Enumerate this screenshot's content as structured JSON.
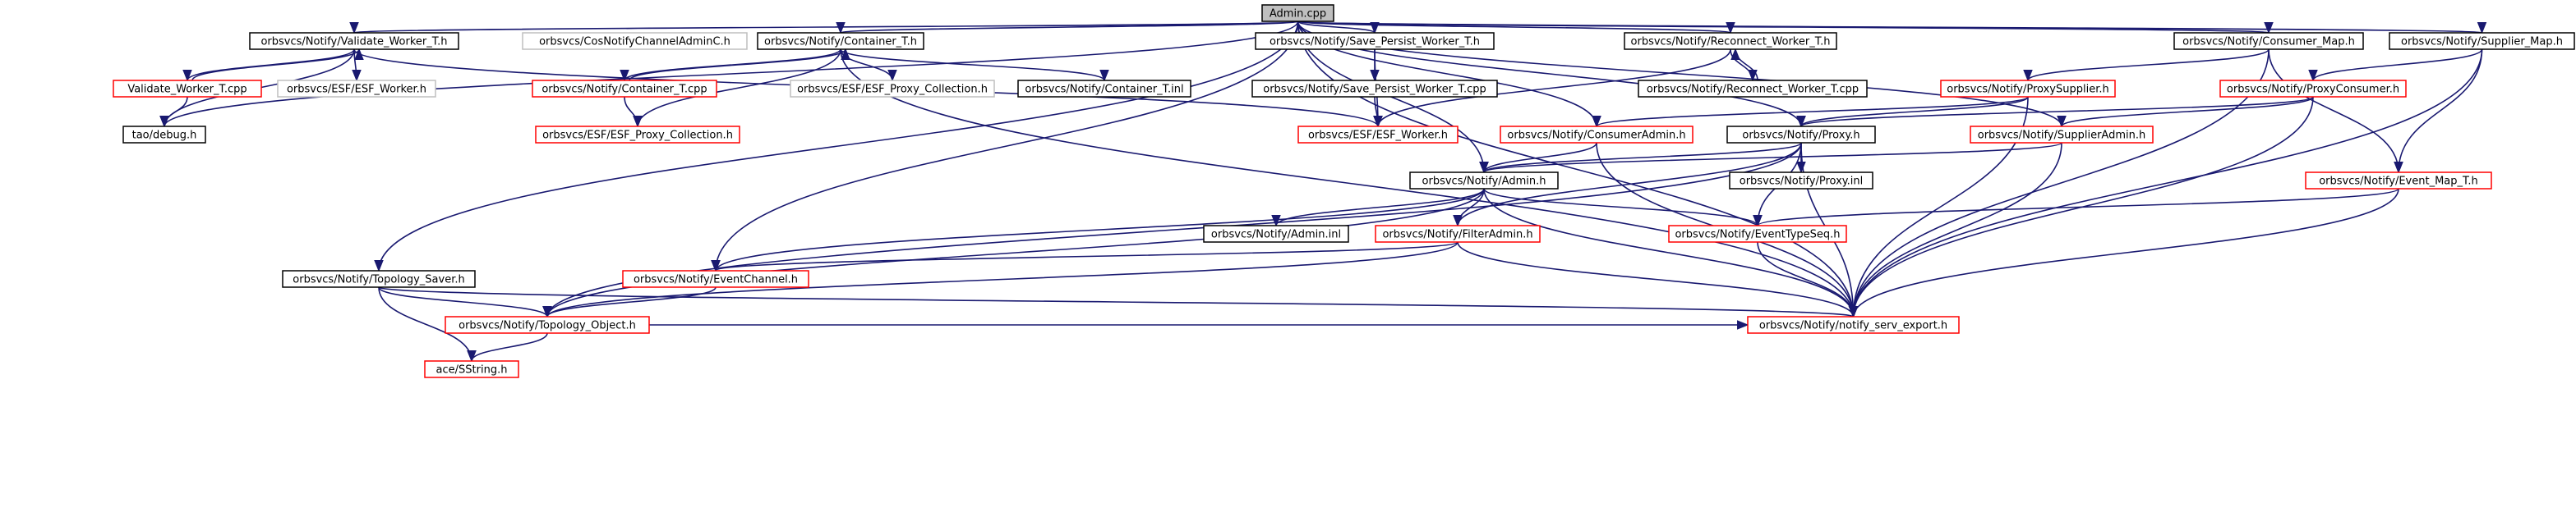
{
  "colors": {
    "edge": "#191970",
    "node_black_border": "#000000",
    "node_red_border": "#ff0000",
    "node_gray_border": "#bfbfbf",
    "root_fill": "#bfbfbf"
  },
  "nodes": [
    {
      "id": "admin_cpp",
      "label": "Admin.cpp",
      "border": "black",
      "root": true
    },
    {
      "id": "validate_worker_t_h",
      "label": "orbsvcs/Notify/Validate_Worker_T.h",
      "border": "black"
    },
    {
      "id": "cosnotify_admin_c",
      "label": "orbsvcs/CosNotifyChannelAdminC.h",
      "border": "gray"
    },
    {
      "id": "container_t_h",
      "label": "orbsvcs/Notify/Container_T.h",
      "border": "black"
    },
    {
      "id": "save_persist_worker_t_h",
      "label": "orbsvcs/Notify/Save_Persist_Worker_T.h",
      "border": "black"
    },
    {
      "id": "reconnect_worker_t_h",
      "label": "orbsvcs/Notify/Reconnect_Worker_T.h",
      "border": "black"
    },
    {
      "id": "consumer_map_h",
      "label": "orbsvcs/Notify/Consumer_Map.h",
      "border": "black"
    },
    {
      "id": "supplier_map_h",
      "label": "orbsvcs/Notify/Supplier_Map.h",
      "border": "black"
    },
    {
      "id": "validate_worker_t_cpp",
      "label": "Validate_Worker_T.cpp",
      "border": "red"
    },
    {
      "id": "esf_worker_h_gray",
      "label": "orbsvcs/ESF/ESF_Worker.h",
      "border": "gray"
    },
    {
      "id": "container_t_cpp",
      "label": "orbsvcs/Notify/Container_T.cpp",
      "border": "red"
    },
    {
      "id": "esf_proxy_collection_gray",
      "label": "orbsvcs/ESF/ESF_Proxy_Collection.h",
      "border": "gray"
    },
    {
      "id": "container_t_inl",
      "label": "orbsvcs/Notify/Container_T.inl",
      "border": "black"
    },
    {
      "id": "save_persist_worker_t_cpp",
      "label": "orbsvcs/Notify/Save_Persist_Worker_T.cpp",
      "border": "black"
    },
    {
      "id": "reconnect_worker_t_cpp",
      "label": "orbsvcs/Notify/Reconnect_Worker_T.cpp",
      "border": "black"
    },
    {
      "id": "proxy_supplier_h",
      "label": "orbsvcs/Notify/ProxySupplier.h",
      "border": "red"
    },
    {
      "id": "proxy_consumer_h",
      "label": "orbsvcs/Notify/ProxyConsumer.h",
      "border": "red"
    },
    {
      "id": "tao_debug_h",
      "label": "tao/debug.h",
      "border": "black"
    },
    {
      "id": "esf_proxy_collection_red",
      "label": "orbsvcs/ESF/ESF_Proxy_Collection.h",
      "border": "red"
    },
    {
      "id": "esf_worker_h_red",
      "label": "orbsvcs/ESF/ESF_Worker.h",
      "border": "red"
    },
    {
      "id": "consumer_admin_h",
      "label": "orbsvcs/Notify/ConsumerAdmin.h",
      "border": "red"
    },
    {
      "id": "proxy_h",
      "label": "orbsvcs/Notify/Proxy.h",
      "border": "black"
    },
    {
      "id": "supplier_admin_h",
      "label": "orbsvcs/Notify/SupplierAdmin.h",
      "border": "red"
    },
    {
      "id": "admin_h",
      "label": "orbsvcs/Notify/Admin.h",
      "border": "black"
    },
    {
      "id": "proxy_inl",
      "label": "orbsvcs/Notify/Proxy.inl",
      "border": "black"
    },
    {
      "id": "event_map_t_h",
      "label": "orbsvcs/Notify/Event_Map_T.h",
      "border": "red"
    },
    {
      "id": "admin_inl",
      "label": "orbsvcs/Notify/Admin.inl",
      "border": "black"
    },
    {
      "id": "filter_admin_h",
      "label": "orbsvcs/Notify/FilterAdmin.h",
      "border": "red"
    },
    {
      "id": "event_type_seq_h",
      "label": "orbsvcs/Notify/EventTypeSeq.h",
      "border": "red"
    },
    {
      "id": "topology_saver_h",
      "label": "orbsvcs/Notify/Topology_Saver.h",
      "border": "black"
    },
    {
      "id": "event_channel_h",
      "label": "orbsvcs/Notify/EventChannel.h",
      "border": "red"
    },
    {
      "id": "topology_object_h",
      "label": "orbsvcs/Notify/Topology_Object.h",
      "border": "red"
    },
    {
      "id": "notify_serv_export_h",
      "label": "orbsvcs/Notify/notify_serv_export.h",
      "border": "red"
    },
    {
      "id": "ace_sstring_h",
      "label": "ace/SString.h",
      "border": "red"
    }
  ],
  "edges": [
    [
      "admin_cpp",
      "validate_worker_t_h"
    ],
    [
      "admin_cpp",
      "container_t_h"
    ],
    [
      "admin_cpp",
      "save_persist_worker_t_h"
    ],
    [
      "admin_cpp",
      "reconnect_worker_t_h"
    ],
    [
      "admin_cpp",
      "consumer_map_h"
    ],
    [
      "admin_cpp",
      "supplier_map_h"
    ],
    [
      "admin_cpp",
      "tao_debug_h"
    ],
    [
      "admin_cpp",
      "admin_h"
    ],
    [
      "admin_cpp",
      "proxy_h"
    ],
    [
      "admin_cpp",
      "consumer_admin_h"
    ],
    [
      "admin_cpp",
      "supplier_admin_h"
    ],
    [
      "admin_cpp",
      "event_channel_h"
    ],
    [
      "admin_cpp",
      "topology_saver_h"
    ],
    [
      "admin_cpp",
      "notify_serv_export_h"
    ],
    [
      "validate_worker_t_h",
      "validate_worker_t_cpp"
    ],
    [
      "validate_worker_t_cpp",
      "validate_worker_t_h"
    ],
    [
      "validate_worker_t_h",
      "esf_worker_h_gray"
    ],
    [
      "validate_worker_t_h",
      "tao_debug_h"
    ],
    [
      "validate_worker_t_h",
      "esf_worker_h_red"
    ],
    [
      "validate_worker_t_cpp",
      "tao_debug_h"
    ],
    [
      "container_t_h",
      "container_t_cpp"
    ],
    [
      "container_t_cpp",
      "container_t_h"
    ],
    [
      "container_t_h",
      "esf_proxy_collection_gray"
    ],
    [
      "container_t_h",
      "container_t_inl"
    ],
    [
      "container_t_h",
      "esf_proxy_collection_red"
    ],
    [
      "container_t_h",
      "notify_serv_export_h"
    ],
    [
      "container_t_cpp",
      "esf_proxy_collection_red"
    ],
    [
      "save_persist_worker_t_h",
      "save_persist_worker_t_cpp"
    ],
    [
      "save_persist_worker_t_h",
      "esf_worker_h_red"
    ],
    [
      "save_persist_worker_t_cpp",
      "esf_worker_h_red"
    ],
    [
      "reconnect_worker_t_h",
      "reconnect_worker_t_cpp"
    ],
    [
      "reconnect_worker_t_cpp",
      "reconnect_worker_t_h"
    ],
    [
      "reconnect_worker_t_h",
      "esf_worker_h_red"
    ],
    [
      "consumer_map_h",
      "proxy_supplier_h"
    ],
    [
      "consumer_map_h",
      "event_map_t_h"
    ],
    [
      "consumer_map_h",
      "notify_serv_export_h"
    ],
    [
      "supplier_map_h",
      "proxy_consumer_h"
    ],
    [
      "supplier_map_h",
      "event_map_t_h"
    ],
    [
      "supplier_map_h",
      "notify_serv_export_h"
    ],
    [
      "proxy_supplier_h",
      "consumer_admin_h"
    ],
    [
      "proxy_supplier_h",
      "proxy_h"
    ],
    [
      "proxy_supplier_h",
      "notify_serv_export_h"
    ],
    [
      "proxy_consumer_h",
      "supplier_admin_h"
    ],
    [
      "proxy_consumer_h",
      "proxy_h"
    ],
    [
      "proxy_consumer_h",
      "notify_serv_export_h"
    ],
    [
      "consumer_admin_h",
      "admin_h"
    ],
    [
      "consumer_admin_h",
      "notify_serv_export_h"
    ],
    [
      "supplier_admin_h",
      "admin_h"
    ],
    [
      "supplier_admin_h",
      "notify_serv_export_h"
    ],
    [
      "proxy_h",
      "admin_h"
    ],
    [
      "proxy_h",
      "proxy_inl"
    ],
    [
      "proxy_h",
      "filter_admin_h"
    ],
    [
      "proxy_h",
      "event_type_seq_h"
    ],
    [
      "proxy_h",
      "topology_object_h"
    ],
    [
      "proxy_h",
      "notify_serv_export_h"
    ],
    [
      "admin_h",
      "admin_inl"
    ],
    [
      "admin_h",
      "filter_admin_h"
    ],
    [
      "admin_h",
      "event_type_seq_h"
    ],
    [
      "admin_h",
      "event_channel_h"
    ],
    [
      "admin_h",
      "topology_object_h"
    ],
    [
      "admin_h",
      "notify_serv_export_h"
    ],
    [
      "event_map_t_h",
      "event_type_seq_h"
    ],
    [
      "event_map_t_h",
      "notify_serv_export_h"
    ],
    [
      "filter_admin_h",
      "event_channel_h"
    ],
    [
      "filter_admin_h",
      "topology_object_h"
    ],
    [
      "filter_admin_h",
      "notify_serv_export_h"
    ],
    [
      "event_type_seq_h",
      "notify_serv_export_h"
    ],
    [
      "topology_saver_h",
      "topology_object_h"
    ],
    [
      "topology_saver_h",
      "ace_sstring_h"
    ],
    [
      "topology_saver_h",
      "notify_serv_export_h"
    ],
    [
      "event_channel_h",
      "topology_object_h"
    ],
    [
      "topology_object_h",
      "ace_sstring_h"
    ],
    [
      "topology_object_h",
      "notify_serv_export_h"
    ]
  ]
}
